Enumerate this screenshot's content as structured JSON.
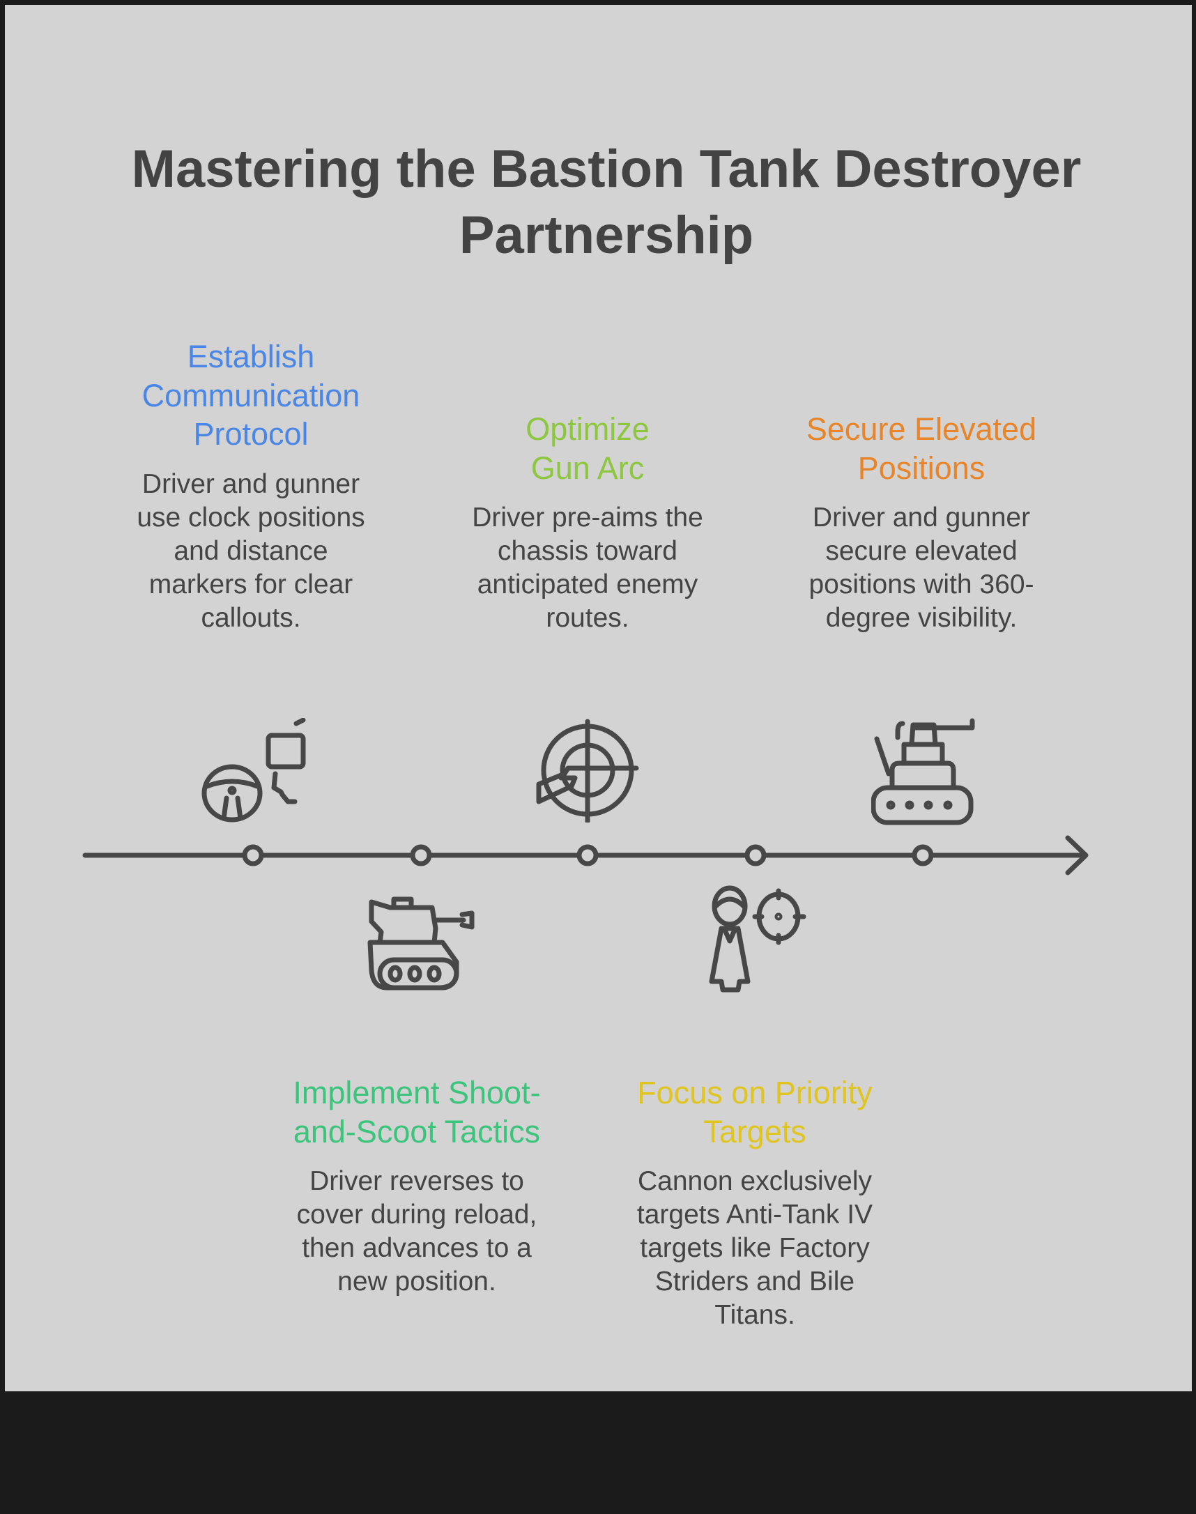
{
  "title": "Mastering the Bastion Tank Destroyer Partnership",
  "colors": {
    "background": "#d3d3d3",
    "text": "#444444",
    "timeline": "#474747"
  },
  "steps": [
    {
      "heading": "Establish Communication Protocol",
      "body": "Driver and gunner use clock positions and distance markers for clear callouts.",
      "color": "#4a86e8",
      "icon": "steering-wheel-with-radio-icon"
    },
    {
      "heading": "Implement Shoot-and-Scoot Tactics",
      "body": "Driver reverses to cover during reload, then advances to a new position.",
      "color": "#3cc47c",
      "icon": "tank-icon"
    },
    {
      "heading": "Optimize Gun Arc",
      "body": "Driver pre-aims the chassis toward anticipated enemy routes.",
      "color": "#8dc63f",
      "icon": "crosshair-rifle-icon"
    },
    {
      "heading": "Focus on Priority Targets",
      "body": "Cannon exclusively targets Anti-Tank IV targets like Factory Striders and Bile Titans.",
      "color": "#e0c420",
      "icon": "person-target-icon"
    },
    {
      "heading": "Secure Elevated Positions",
      "body": "Driver and gunner secure elevated positions with 360-degree visibility.",
      "color": "#e8852a",
      "icon": "turret-tank-icon"
    }
  ]
}
